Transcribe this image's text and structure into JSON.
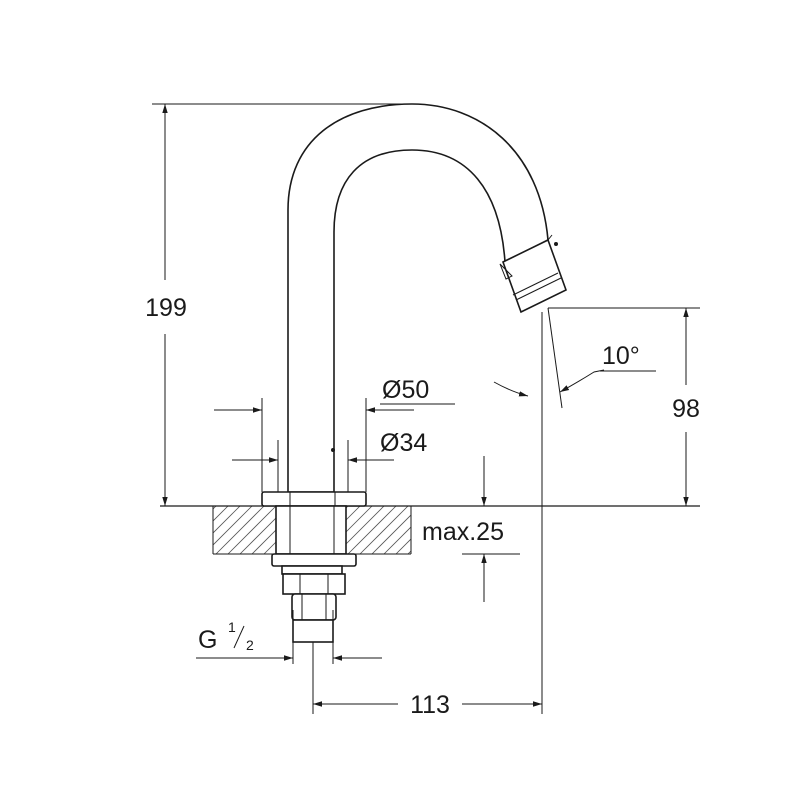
{
  "dimensions": {
    "height_total": "199",
    "height_outlet": "98",
    "diameter_outer": "Ø50",
    "diameter_inner": "Ø34",
    "angle": "10°",
    "deck_thickness": "max.25",
    "thread_prefix": "G",
    "thread_num": "1",
    "thread_den": "2",
    "projection": "113"
  }
}
